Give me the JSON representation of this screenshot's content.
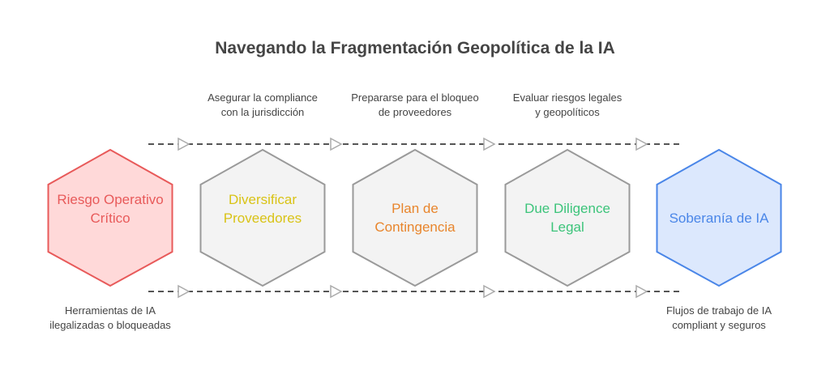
{
  "title": "Navegando la Fragmentación Geopolítica de la IA",
  "nodes": [
    {
      "label": "Riesgo Operativo Crítico",
      "color": "#e85a5a",
      "fill": "#ffd9d9",
      "stroke": "#e85a5a"
    },
    {
      "label": "Diversificar Proveedores",
      "color": "#d9c316",
      "fill": "#f3f3f3",
      "stroke": "#9a9a9a"
    },
    {
      "label": "Plan de Contingencia",
      "color": "#e8852c",
      "fill": "#f3f3f3",
      "stroke": "#9a9a9a"
    },
    {
      "label": "Due Diligence Legal",
      "color": "#3cc47a",
      "fill": "#f3f3f3",
      "stroke": "#9a9a9a"
    },
    {
      "label": "Soberanía de IA",
      "color": "#4a86e8",
      "fill": "#dce8fd",
      "stroke": "#4a86e8"
    }
  ],
  "top_labels": [
    "Asegurar la compliance con la jurisdicción",
    "Prepararse para el bloqueo de proveedores",
    "Evaluar riesgos legales y geopolíticos"
  ],
  "bottom_labels": {
    "start": "Herramientas de IA ilegalizadas o bloqueadas",
    "end": "Flujos de trabajo de IA compliant y seguros"
  }
}
